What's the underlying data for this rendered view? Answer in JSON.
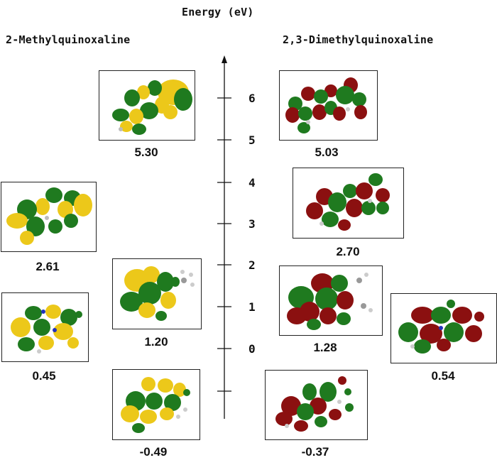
{
  "axis": {
    "title": "Energy (eV)",
    "ticks": [
      "6",
      "5",
      "4",
      "3",
      "2",
      "1",
      "0"
    ]
  },
  "left": {
    "title": "2-Methylquinoxaline",
    "orbitals": [
      {
        "value": "5.30"
      },
      {
        "value": "2.61"
      },
      {
        "value": "1.20"
      },
      {
        "value": "0.45"
      },
      {
        "value": "-0.49"
      }
    ]
  },
  "right": {
    "title": "2,3-Dimethylquinoxaline",
    "orbitals": [
      {
        "value": "5.03"
      },
      {
        "value": "2.70"
      },
      {
        "value": "1.28"
      },
      {
        "value": "0.54"
      },
      {
        "value": "-0.37"
      }
    ]
  },
  "colors": {
    "left_lobe_a": "#ecc81a",
    "left_lobe_b": "#1f7a1f",
    "right_lobe_a": "#8b1010",
    "right_lobe_b": "#1f7a1f"
  }
}
